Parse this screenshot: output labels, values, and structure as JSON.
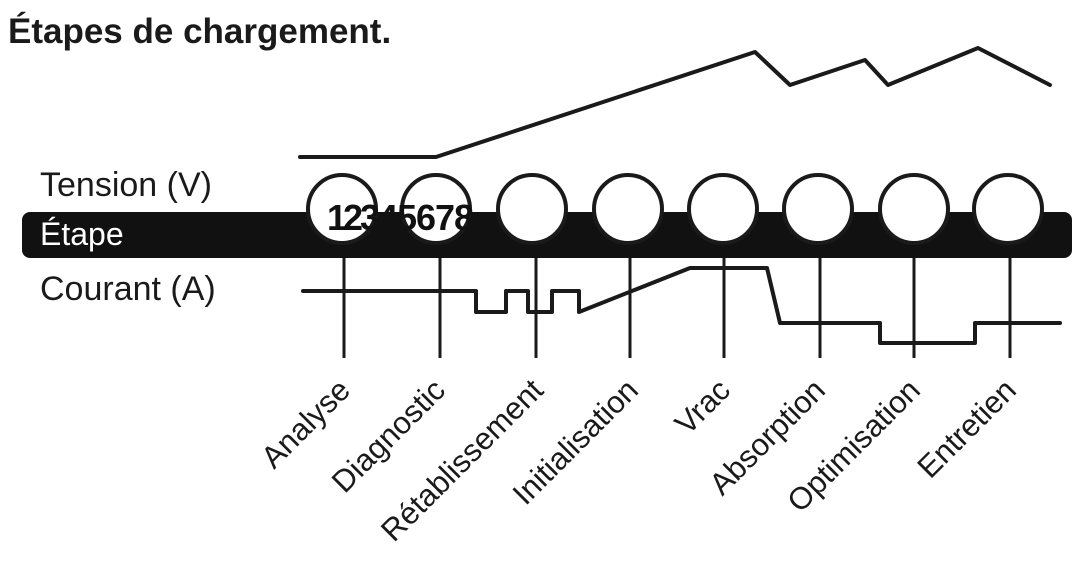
{
  "title": "Étapes de chargement.",
  "row_labels": {
    "voltage": "Tension (V)",
    "stage": "Étape",
    "current": "Courant (A)"
  },
  "step_numbers": [
    "1",
    "2",
    "3",
    "4",
    "5",
    "6",
    "7",
    "8"
  ],
  "stages": [
    "Analyse",
    "Diagnostic",
    "Rétablissement",
    "Initialisation",
    "Vrac",
    "Absorption",
    "Optimisation",
    "Entretien"
  ],
  "colors": {
    "ink": "#1a1a1a",
    "band": "#111111",
    "background": "#ffffff"
  }
}
